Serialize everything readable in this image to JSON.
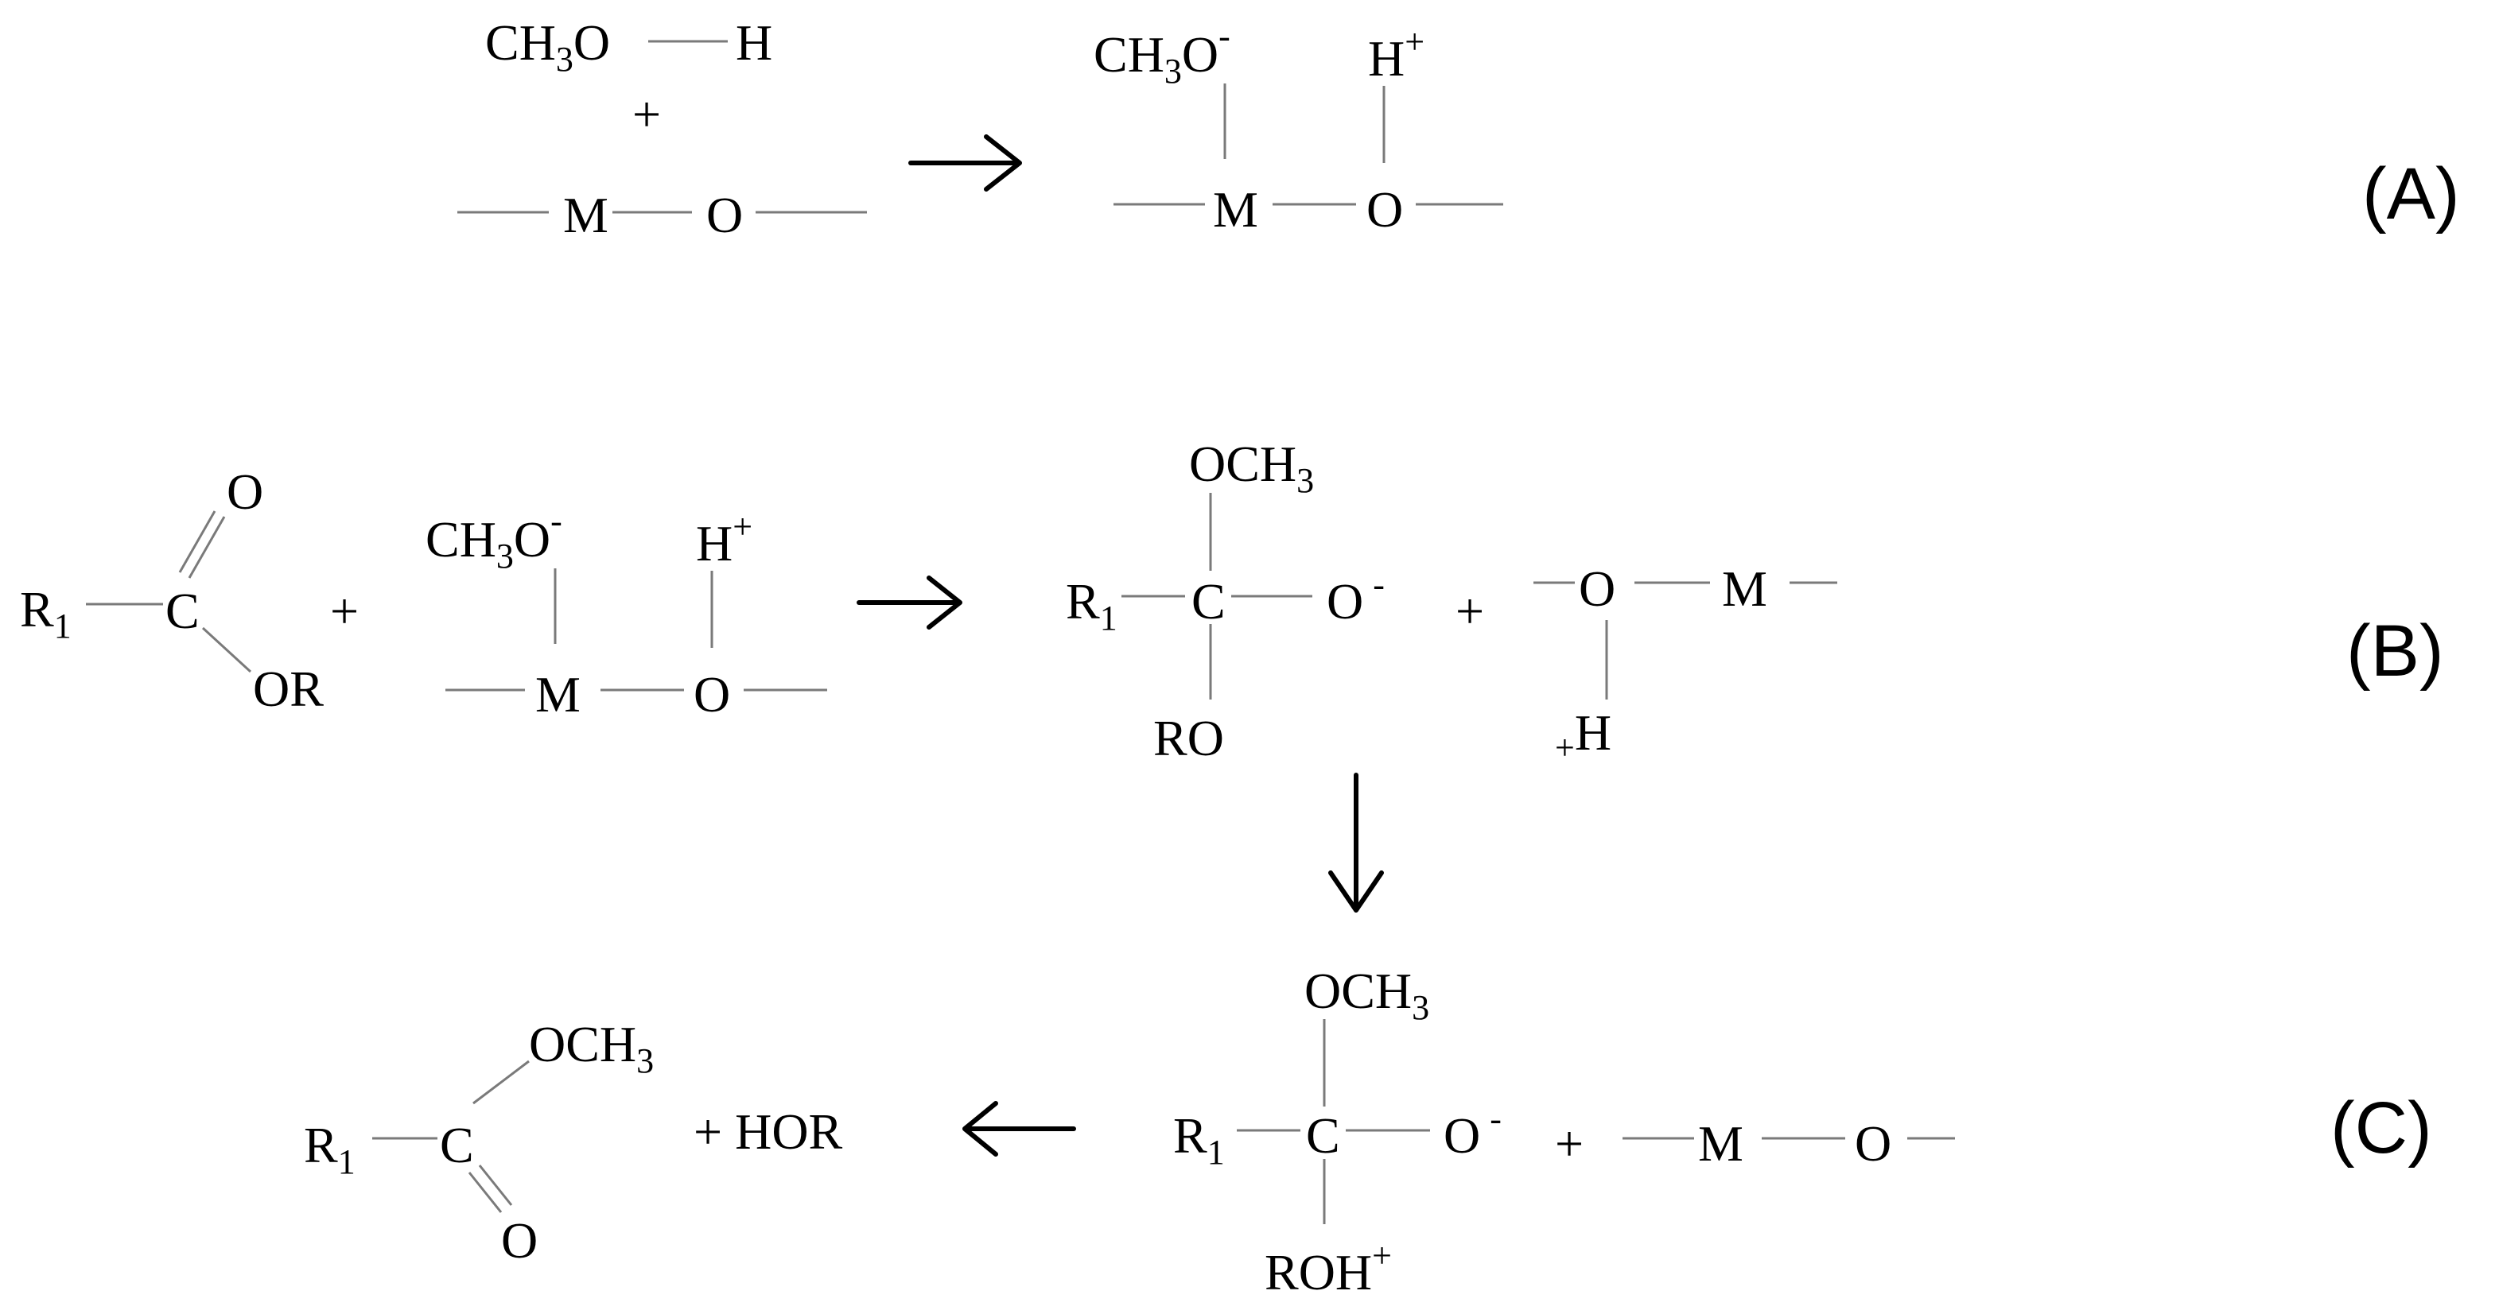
{
  "reactionA": {
    "label": "(A)",
    "plus": "+",
    "reactant_methanol": {
      "ch": "CH",
      "three": "3",
      "o": "O",
      "h": "H"
    },
    "reactant_surface": {
      "m": "M",
      "o": "O"
    },
    "product": {
      "ch": "CH",
      "three": "3",
      "o": "O",
      "minus": "-",
      "h": "H",
      "plusCharge": "+",
      "m": "M",
      "o2": "O"
    }
  },
  "reactionB": {
    "label": "(B)",
    "plus1": "+",
    "plus2": "+",
    "ester": {
      "r": "R",
      "one": "1",
      "c": "C",
      "o": "O",
      "or": "OR"
    },
    "activated_surface": {
      "ch": "CH",
      "three": "3",
      "o": "O",
      "minus": "-",
      "h": "H",
      "plusCharge": "+",
      "m": "M",
      "o2": "O"
    },
    "intermediate": {
      "och": "OCH",
      "three": "3",
      "r": "R",
      "one": "1",
      "c": "C",
      "o": "O",
      "minus": "-",
      "ro": "RO"
    },
    "protonated_surface": {
      "o": "O",
      "m": "M",
      "plusCharge": "+",
      "h": "H"
    }
  },
  "reactionC": {
    "label": "(C)",
    "plus1": "+",
    "plus_hor": "+ HOR",
    "ester_product": {
      "och": "OCH",
      "three": "3",
      "r": "R",
      "one": "1",
      "c": "C",
      "o": "O"
    },
    "intermediate": {
      "och": "OCH",
      "three": "3",
      "r": "R",
      "one": "1",
      "c": "C",
      "o": "O",
      "minus": "-",
      "roh": "ROH",
      "plusCharge": "+"
    },
    "surface": {
      "m": "M",
      "o": "O"
    }
  }
}
